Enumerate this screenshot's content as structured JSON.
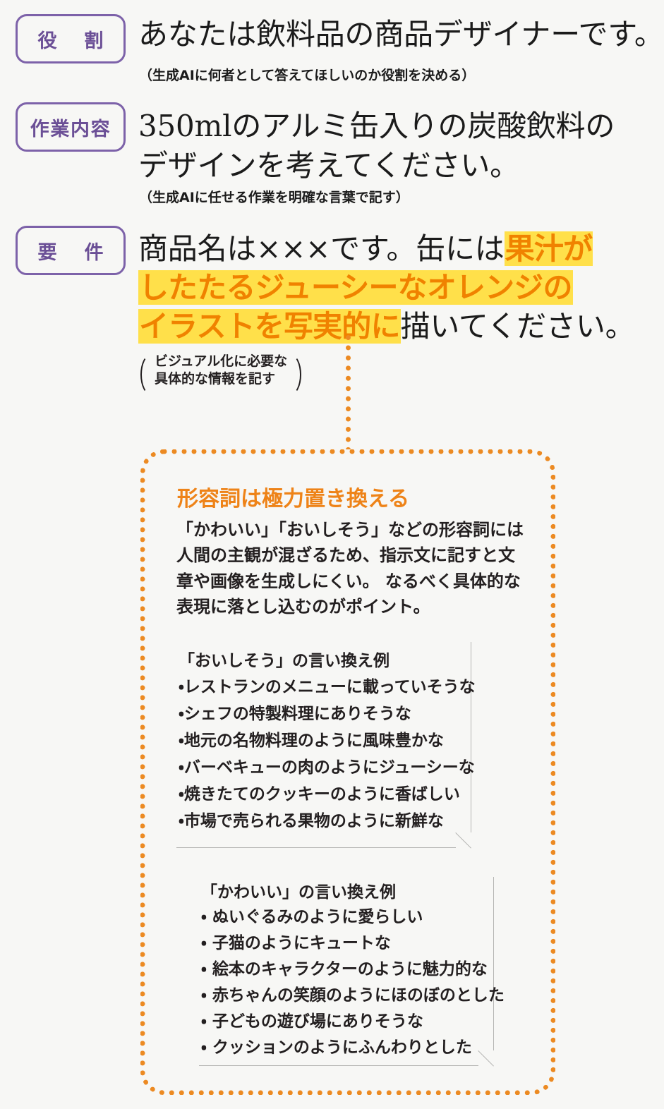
{
  "accent_colors": {
    "badge_border": "#7d62a9",
    "badge_text": "#6b4f96",
    "highlight_bg": "#ffe04a",
    "highlight_text": "#f08200",
    "callout_border": "#ec8a22",
    "callout_title": "#ee8318",
    "body_text": "#231f20",
    "page_bg": "#f7f7f5",
    "exbox_border": "#b6b6b4"
  },
  "sections": [
    {
      "badge": "役 割",
      "statement": "あなたは飲料品の商品デザイナーです。",
      "gloss": "（生成AIに何者として答えてほしいのか役割を決める）"
    },
    {
      "badge": "作業内容",
      "statement_line1": "350mlのアルミ缶入りの炭酸飲料の",
      "statement_line2": "デザインを考えてください。",
      "gloss": "（生成AIに任せる作業を明確な言葉で記す）"
    },
    {
      "badge": "要 件",
      "line1_plain": "商品名は×××です。缶には",
      "line1_marked": "果汁が",
      "line2_marked": "したたるジューシーなオレンジの",
      "line3_marked": "イラストを写実的に",
      "line3_plain": "描いてください。"
    }
  ],
  "annotation": {
    "line1": "ビジュアル化に必要な",
    "line2": "具体的な情報を記す"
  },
  "callout": {
    "title": "形容詞は極力置き換える",
    "body_line1": "「かわいい」「おいしそう」などの形容詞には",
    "body_line2": "人間の主観が混ざるため、指示文に記すと文",
    "body_line3": "章や画像を生成しにくい。 なるべく具体的な",
    "body_line4": "表現に落とし込むのがポイント。",
    "examples": [
      {
        "title": "「おいしそう」の言い換え例",
        "items": [
          "・レストランのメニューに載っていそうな",
          "・シェフの特製料理にありそうな",
          "・地元の名物料理のように風味豊かな",
          "・バーベキューの肉のようにジューシーな",
          "・焼きたてのクッキーのように香ばしい",
          "・市場で売られる果物のように新鮮な"
        ]
      },
      {
        "title": "「かわいい」の言い換え例",
        "items": [
          "・ ぬいぐるみのように愛らしい",
          "・ 子猫のようにキュートな",
          "・ 絵本のキャラクターのように魅力的な",
          "・ 赤ちゃんの笑顔のようにほのぼのとした",
          "・ 子どもの遊び場にありそうな",
          "・ クッションのようにふんわりとした"
        ]
      }
    ]
  }
}
